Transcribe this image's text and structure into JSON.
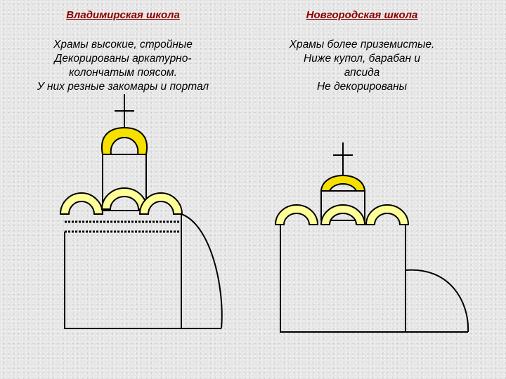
{
  "left_column": {
    "title": "Владимирская школа",
    "lines": [
      "Храмы высокие, стройные",
      "Декорированы аркатурно-",
      "колончатым поясом.",
      "У них резные закомары и портал"
    ]
  },
  "right_column": {
    "title": "Новгородская школа",
    "lines": [
      "Храмы более приземистые.",
      "Ниже купол, барабан и",
      "апсида",
      "Не декорированы"
    ]
  },
  "colors": {
    "title_text": "#8a0000",
    "dome_fill": "#f5e000",
    "zakomara_fill": "#ffff99",
    "outline": "#000000"
  }
}
